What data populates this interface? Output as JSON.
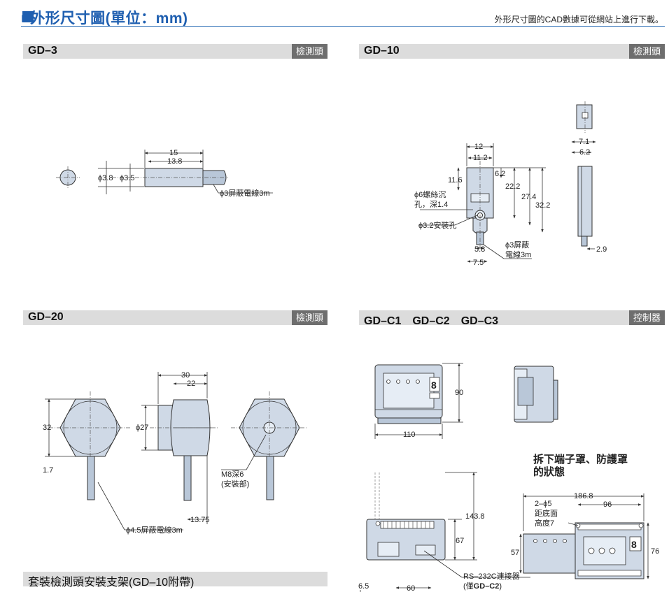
{
  "header": {
    "title": "■外形尺寸圖(單位：mm)",
    "note": "外形尺寸圖的CAD數據可從網站上進行下載。"
  },
  "sections": {
    "gd3": {
      "label": "GD–3",
      "tag": "檢測頭"
    },
    "gd10": {
      "label": "GD–10",
      "tag": "檢測頭"
    },
    "gd20": {
      "label": "GD–20",
      "tag": "檢測頭"
    },
    "controller": {
      "label": "GD–C1　GD–C2　GD–C3",
      "tag": "控制器"
    },
    "bracket": {
      "label": "套裝檢測頭安裝支架(GD–10附帶)"
    }
  },
  "gd3": {
    "dim_15": "15",
    "dim_13_8": "13.8",
    "dim_d38": "ϕ3.8",
    "dim_d35": "ϕ3.5",
    "cable": "ϕ3屏蔽電線3m"
  },
  "gd10": {
    "dim_12": "12",
    "dim_11_2": "11.2",
    "dim_11_6": "11.6",
    "dim_6_2": "6.2",
    "dim_22_2": "22.2",
    "dim_27_4": "27.4",
    "dim_32_2": "32.2",
    "hole6_line1": "ϕ6螺絲沉",
    "hole6_line2": "孔，深1.4",
    "hole32": "ϕ3.2安裝孔",
    "dim_5_8": "5.8",
    "dim_7_5": "7.5",
    "cable_line1": "ϕ3屏蔽",
    "cable_line2": "電線3m",
    "dim_7_1": "7.1",
    "dim_6_2b": "6.2",
    "dim_2_9": "2.9"
  },
  "gd20": {
    "dim_30": "30",
    "dim_22": "22",
    "dim_32": "32",
    "dim_d27": "ϕ27",
    "dim_1_7": "1.7",
    "dim_13_75": "13.75",
    "m8_line1": "M8深6",
    "m8_line2": "(安裝部)",
    "cable": "ϕ4.5屏蔽電線3m"
  },
  "controller": {
    "dim_90": "90",
    "dim_110": "110",
    "dim_143_8": "143.8",
    "dim_67": "67",
    "dim_60": "60",
    "dim_6_5": "6.5",
    "rs232_line1": "RS–232C連接器",
    "rs232_line2_pre": "(僅",
    "rs232_line2_bold": "GD–C2",
    "rs232_line2_post": ")",
    "removed_line1": "拆下端子罩、防護罩",
    "removed_line2": "的狀態",
    "dim_186_8": "186.8",
    "dim_96": "96",
    "hole_line1": "2–ϕ5",
    "hole_line2": "距底面",
    "hole_line3": "高度7",
    "dim_57": "57",
    "dim_76": "76"
  }
}
